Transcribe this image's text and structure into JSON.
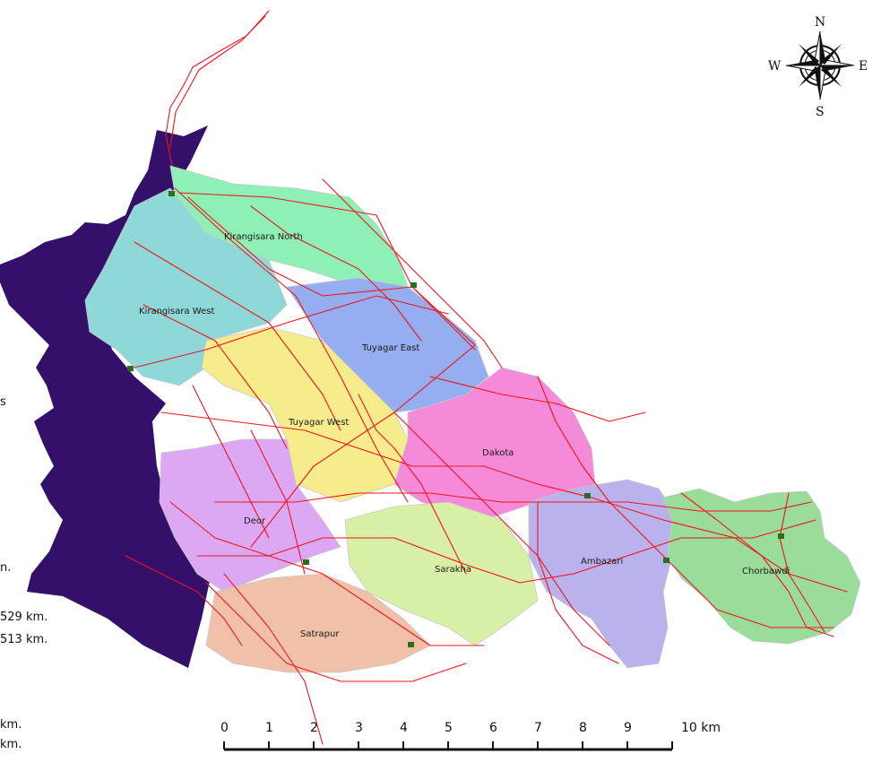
{
  "regions": [
    {
      "name": "Kirangisara North",
      "color": "#8ef0b4"
    },
    {
      "name": "Kirangisara West",
      "color": "#8fd8d8"
    },
    {
      "name": "Tuyagar East",
      "color": "#95aef0"
    },
    {
      "name": "Tuyagar West",
      "color": "#f6ec8c"
    },
    {
      "name": "Dakota",
      "color": "#f48ad8"
    },
    {
      "name": "Deor",
      "color": "#dca8f4"
    },
    {
      "name": "Sarakha",
      "color": "#d8f0a6"
    },
    {
      "name": "Satrapur",
      "color": "#f1c0a8"
    },
    {
      "name": "Ambazari",
      "color": "#b9b2ec"
    },
    {
      "name": "Chorbawdi",
      "color": "#9adc9a"
    }
  ],
  "colors": {
    "water": "#35106a",
    "routes": "#f0141e"
  },
  "legend_fragments": [
    "s",
    "n.",
    "529 km.",
    "513 km.",
    "km.",
    "km."
  ],
  "scale_bar": {
    "ticks": [
      "0",
      "1",
      "2",
      "3",
      "4",
      "5",
      "6",
      "7",
      "8",
      "9",
      "10 km"
    ]
  },
  "compass": {
    "north": "N",
    "south": "S",
    "east": "E",
    "west": "W",
    "icon": "compass-rose-icon"
  }
}
